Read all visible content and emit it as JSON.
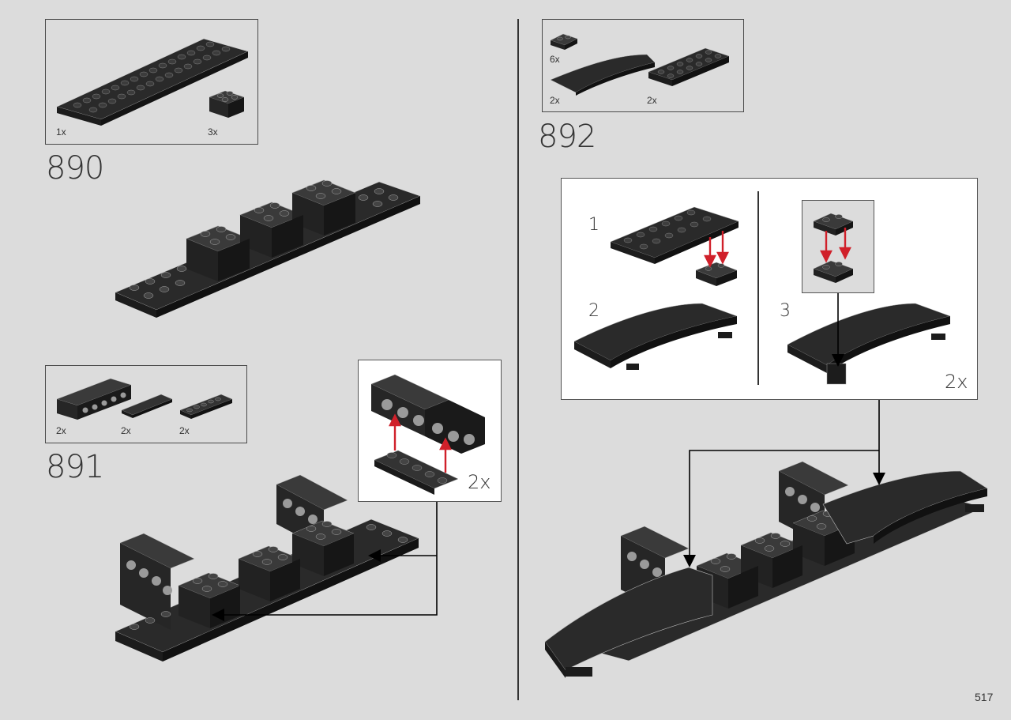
{
  "page_number": "517",
  "steps": [
    {
      "number": "890",
      "parts": [
        {
          "name": "plate-2x16",
          "count": "1x"
        },
        {
          "name": "brick-2x2",
          "count": "3x"
        }
      ]
    },
    {
      "number": "891",
      "parts": [
        {
          "name": "technic-brick-1x6",
          "count": "2x"
        },
        {
          "name": "tile-1x6",
          "count": "2x"
        },
        {
          "name": "plate-1x6",
          "count": "2x"
        }
      ],
      "callout": {
        "multiplier": "2x"
      }
    },
    {
      "number": "892",
      "parts": [
        {
          "name": "plate-1x2",
          "count": "6x"
        },
        {
          "name": "curved-slope-2x8",
          "count": "2x"
        },
        {
          "name": "plate-2x6",
          "count": "2x"
        }
      ],
      "callout": {
        "substeps": [
          "1",
          "2",
          "3"
        ],
        "multiplier": "2x"
      }
    }
  ],
  "colors": {
    "background": "#dcdcdc",
    "brick": "#2a2a2a",
    "brick_top": "#3a3a3a",
    "arrow_red": "#d0202a",
    "arrow_black": "#000000"
  }
}
